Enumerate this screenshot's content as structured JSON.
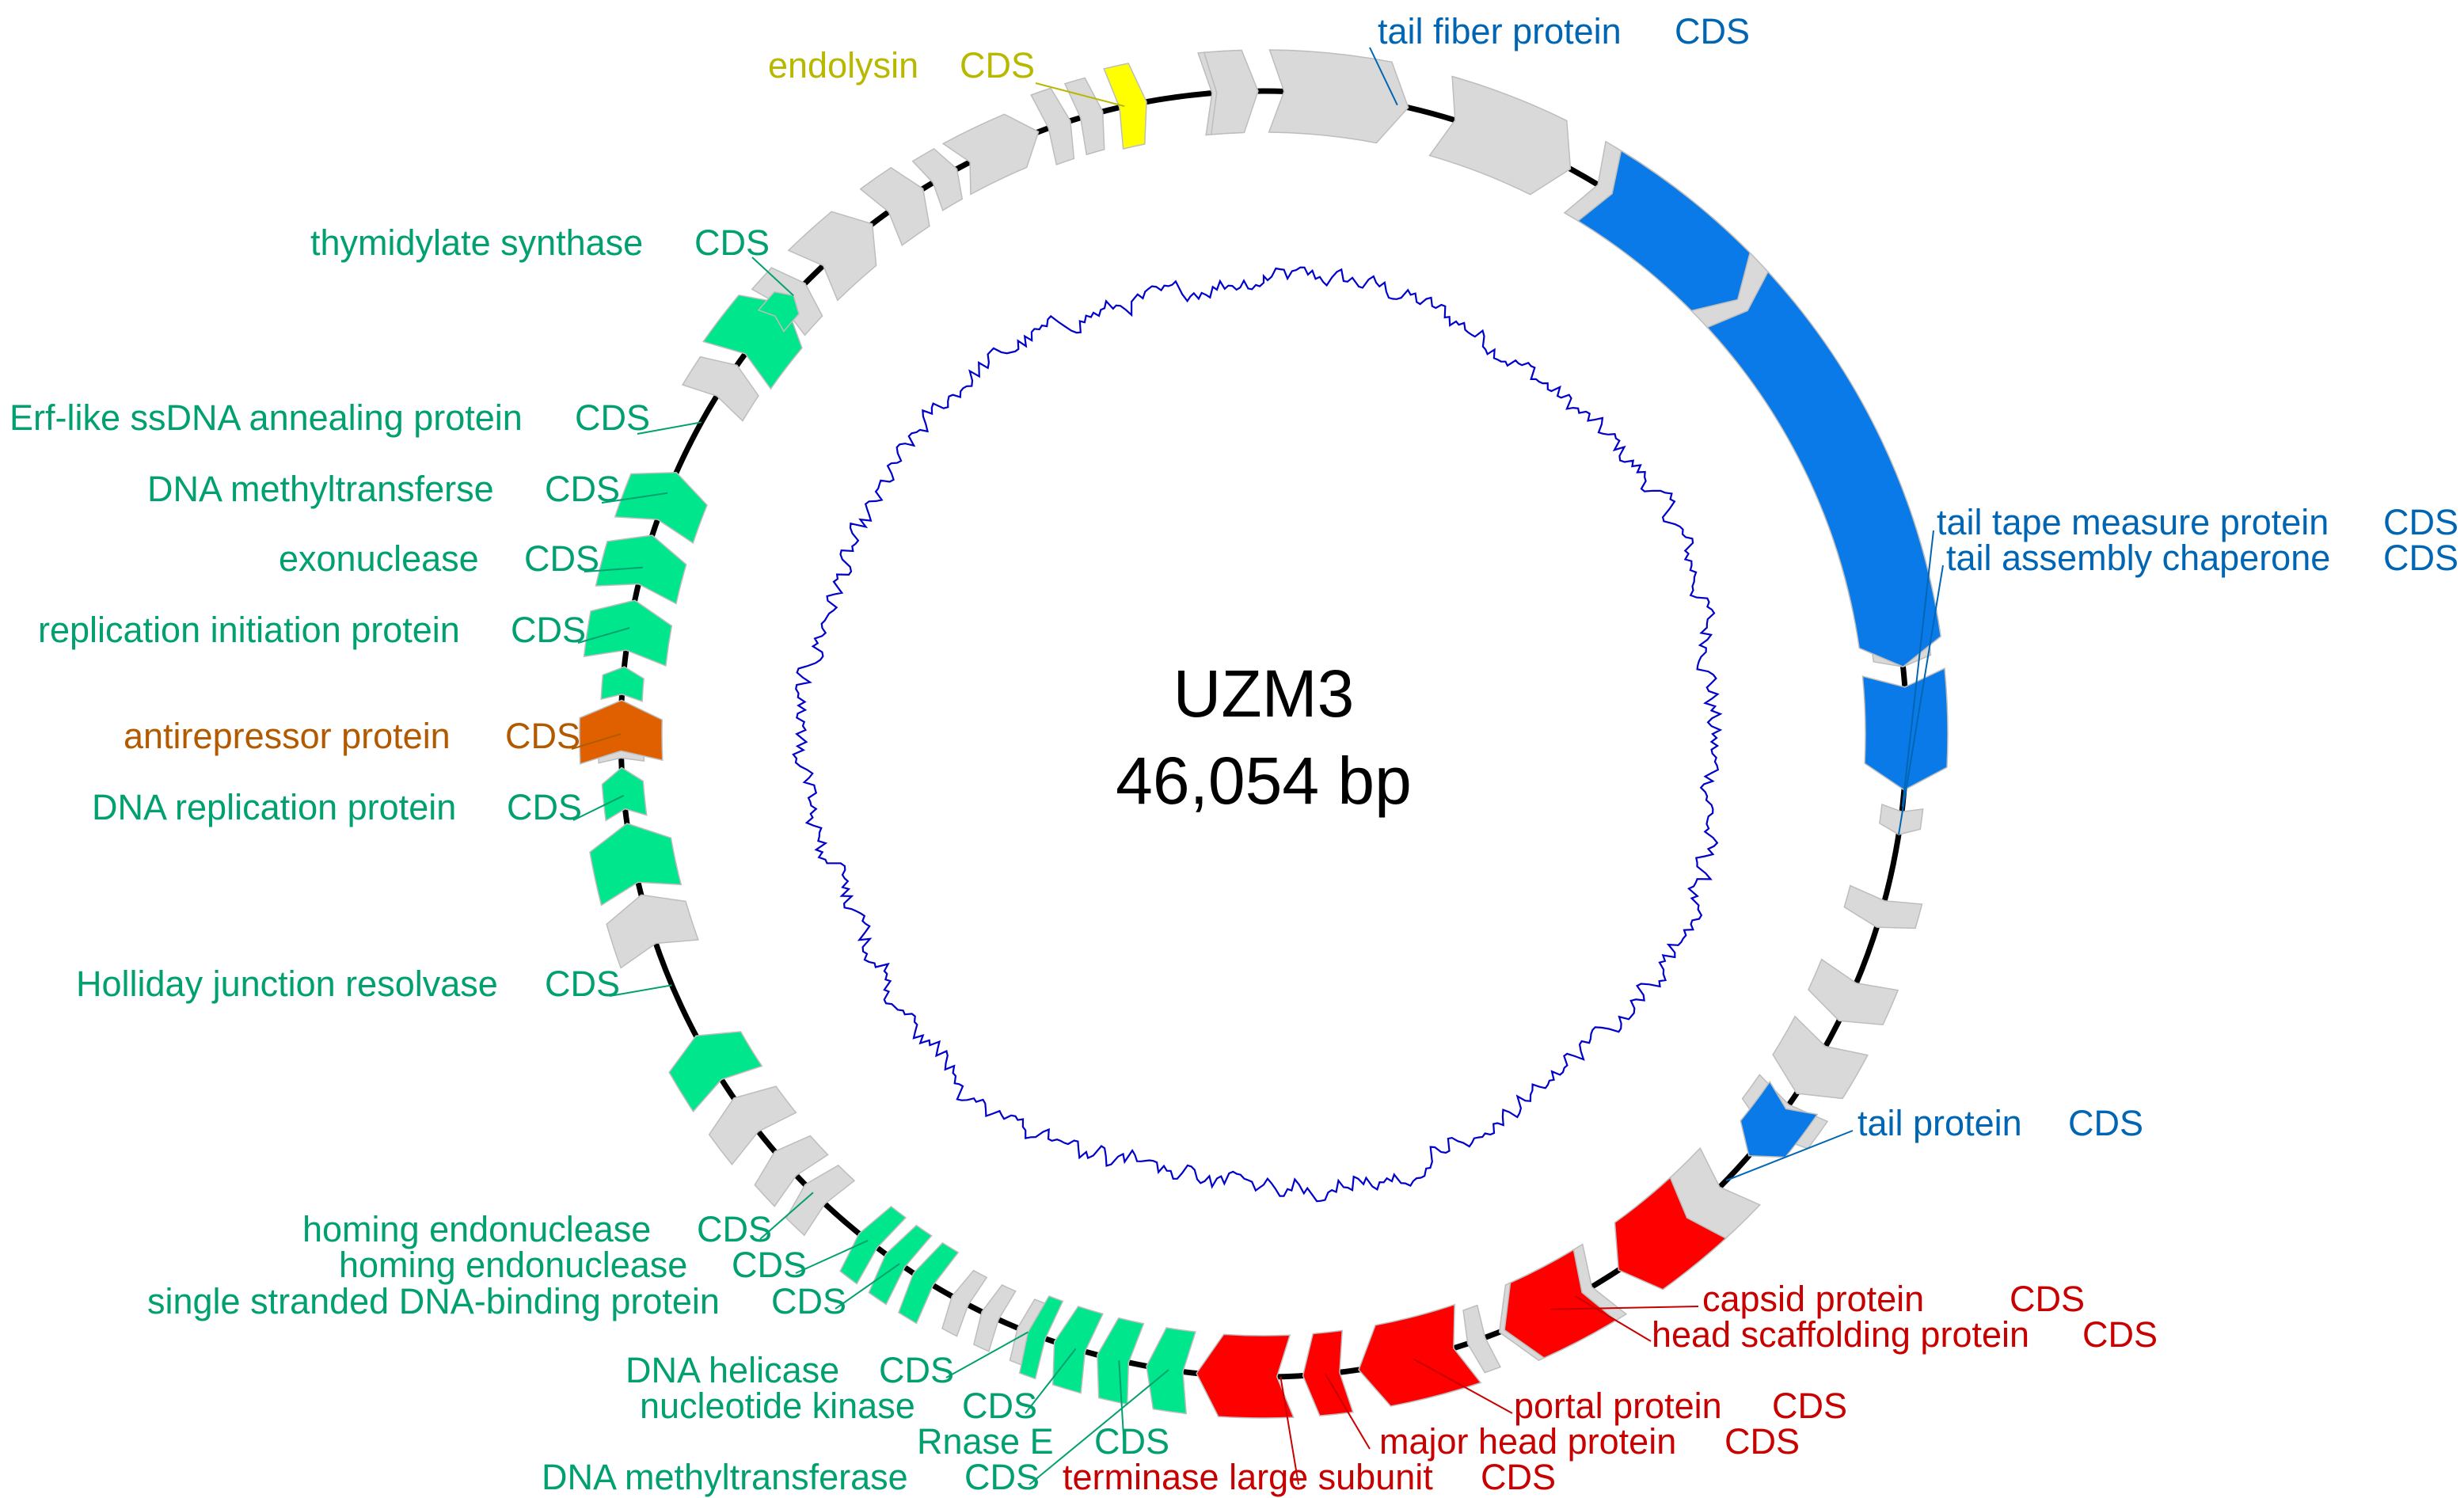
{
  "center": {
    "name": "UZM3",
    "length": "46,054 bp"
  },
  "colors": {
    "lysis": "#FFFF00",
    "lysis_text": "#B8B800",
    "structural": "#0A7AE8",
    "structural_text": "#0066B3",
    "dna": "#00E68C",
    "dna_text": "#00A070",
    "head": "#FF0000",
    "head_text": "#C80000",
    "regulation": "#E06000",
    "regulation_text": "#B35A00",
    "hypothetical": "#D9D9D9",
    "backbone": "#000000",
    "gc": "#0000CC"
  },
  "labels": [
    {
      "name": "endolysin",
      "type": "CDS",
      "category": "lysis"
    },
    {
      "name": "tail fiber protein",
      "type": "CDS",
      "category": "structural"
    },
    {
      "name": "thymidylate synthase",
      "type": "CDS",
      "category": "dna"
    },
    {
      "name": "Erf-like ssDNA annealing protein",
      "type": "CDS",
      "category": "dna"
    },
    {
      "name": "DNA methyltransferse",
      "type": "CDS",
      "category": "dna"
    },
    {
      "name": "exonuclease",
      "type": "CDS",
      "category": "dna"
    },
    {
      "name": "replication initiation protein",
      "type": "CDS",
      "category": "dna"
    },
    {
      "name": "antirepressor protein",
      "type": "CDS",
      "category": "regulation"
    },
    {
      "name": "DNA replication protein",
      "type": "CDS",
      "category": "dna"
    },
    {
      "name": "Holliday junction resolvase",
      "type": "CDS",
      "category": "dna"
    },
    {
      "name": "homing endonuclease",
      "type": "CDS",
      "category": "dna"
    },
    {
      "name": "homing endonuclease",
      "type": "CDS",
      "category": "dna"
    },
    {
      "name": "single stranded DNA-binding protein",
      "type": "CDS",
      "category": "dna"
    },
    {
      "name": "DNA helicase",
      "type": "CDS",
      "category": "dna"
    },
    {
      "name": "nucleotide kinase",
      "type": "CDS",
      "category": "dna"
    },
    {
      "name": "Rnase E",
      "type": "CDS",
      "category": "dna"
    },
    {
      "name": "DNA methyltransferase",
      "type": "CDS",
      "category": "dna"
    },
    {
      "name": "terminase large subunit",
      "type": "CDS",
      "category": "head"
    },
    {
      "name": "major head protein",
      "type": "CDS",
      "category": "head"
    },
    {
      "name": "portal protein",
      "type": "CDS",
      "category": "head"
    },
    {
      "name": "head scaffolding protein",
      "type": "CDS",
      "category": "head"
    },
    {
      "name": "capsid protein",
      "type": "CDS",
      "category": "head"
    },
    {
      "name": "tail protein",
      "type": "CDS",
      "category": "structural"
    },
    {
      "name": "tail tape measure protein",
      "type": "CDS",
      "category": "structural"
    },
    {
      "name": "tail assembly chaperone",
      "type": "CDS",
      "category": "structural"
    }
  ]
}
